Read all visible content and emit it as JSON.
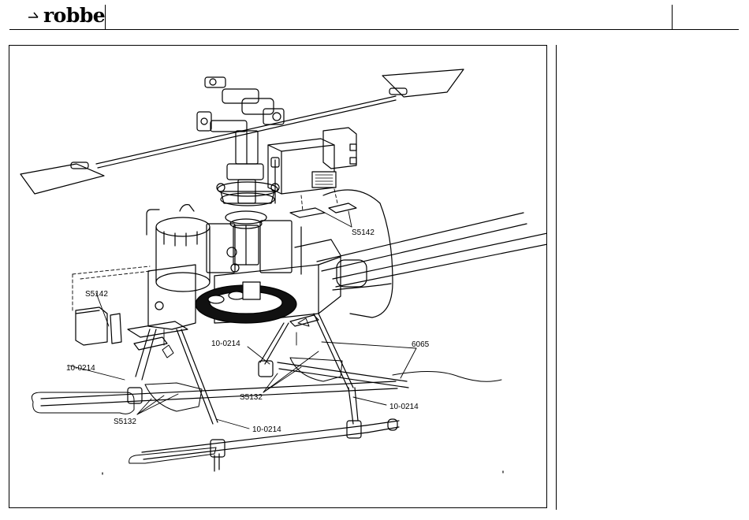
{
  "header": {
    "brand": "robbe"
  },
  "figure": {
    "part_labels": {
      "s5142_top": "S5142",
      "s5142_left": "S5142",
      "p10_0214_a": "10-0214",
      "p10_0214_b": "10-0214",
      "p10_0214_c": "10-0214",
      "p10_0214_d": "10-0214",
      "p6065": "6065",
      "s5132_a": "S5132",
      "s5132_b": "S5132"
    }
  }
}
